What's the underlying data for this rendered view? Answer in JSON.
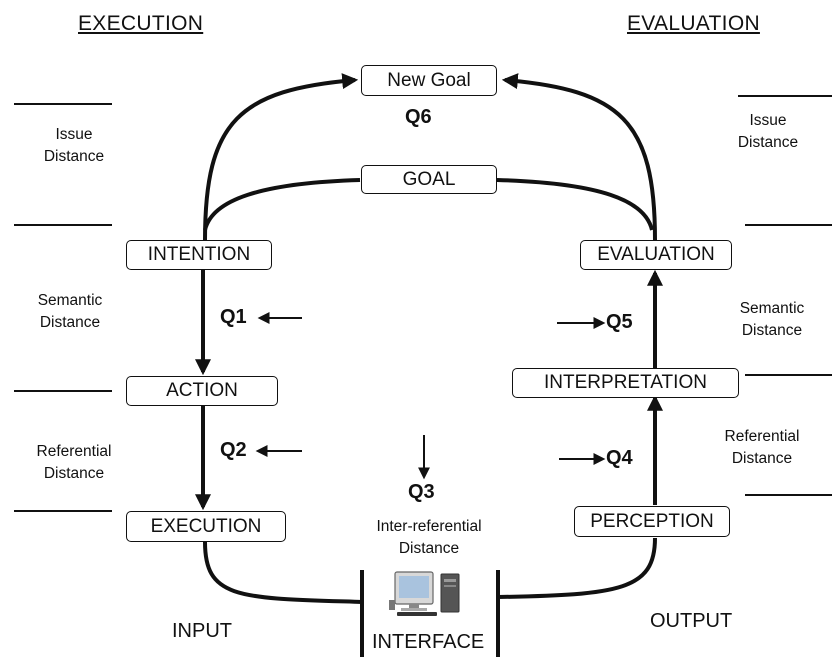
{
  "headers": {
    "execution": "EXECUTION",
    "evaluation": "EVALUATION"
  },
  "nodes": {
    "new_goal": "New Goal",
    "goal": "GOAL",
    "intention": "INTENTION",
    "action": "ACTION",
    "execution": "EXECUTION",
    "evaluation": "EVALUATION",
    "interpretation": "INTERPRETATION",
    "perception": "PERCEPTION"
  },
  "questions": {
    "q1": "Q1",
    "q2": "Q2",
    "q3": "Q3",
    "q4": "Q4",
    "q5": "Q5",
    "q6": "Q6"
  },
  "left_distances": {
    "issue": [
      "Issue",
      "Distance"
    ],
    "semantic": [
      "Semantic",
      "Distance"
    ],
    "referential": [
      "Referential",
      "Distance"
    ]
  },
  "right_distances": {
    "issue": [
      "Issue",
      "Distance"
    ],
    "semantic": [
      "Semantic",
      "Distance"
    ],
    "referential": [
      "Referential",
      "Distance"
    ]
  },
  "inter_referential": [
    "Inter-referential",
    "Distance"
  ],
  "io": {
    "input": "INPUT",
    "output": "OUTPUT",
    "interface": "INTERFACE"
  },
  "icons": {
    "interface": "computer-icon"
  }
}
